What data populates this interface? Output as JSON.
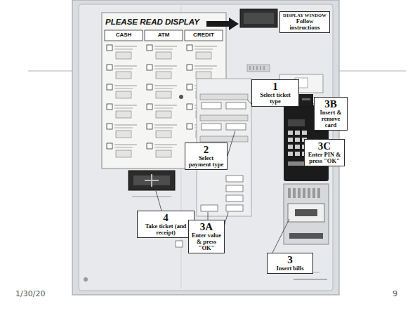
{
  "diagram": {
    "nodes": [
      {
        "text": [
          "DISPLAY WINDOW",
          "Follow instructions"
        ]
      },
      {
        "text": [
          "1",
          "Select ticket type"
        ]
      },
      {
        "text": [
          "3B",
          "Insert & remove card"
        ]
      },
      {
        "text": [
          "3C",
          "Enter PIN & press \"OK\""
        ]
      },
      {
        "text": [
          "2",
          "Select payment type"
        ]
      },
      {
        "text": [
          "4",
          "Take ticket (and receipt)"
        ]
      },
      {
        "text": [
          "3A",
          "Enter value & press \"OK\""
        ]
      },
      {
        "text": [
          "3",
          "Insert bills"
        ]
      }
    ],
    "labels": [
      "PLEASE READ DISPLAY",
      "CASH",
      "ATM",
      "CREDIT",
      "1/30/20",
      "9"
    ]
  }
}
